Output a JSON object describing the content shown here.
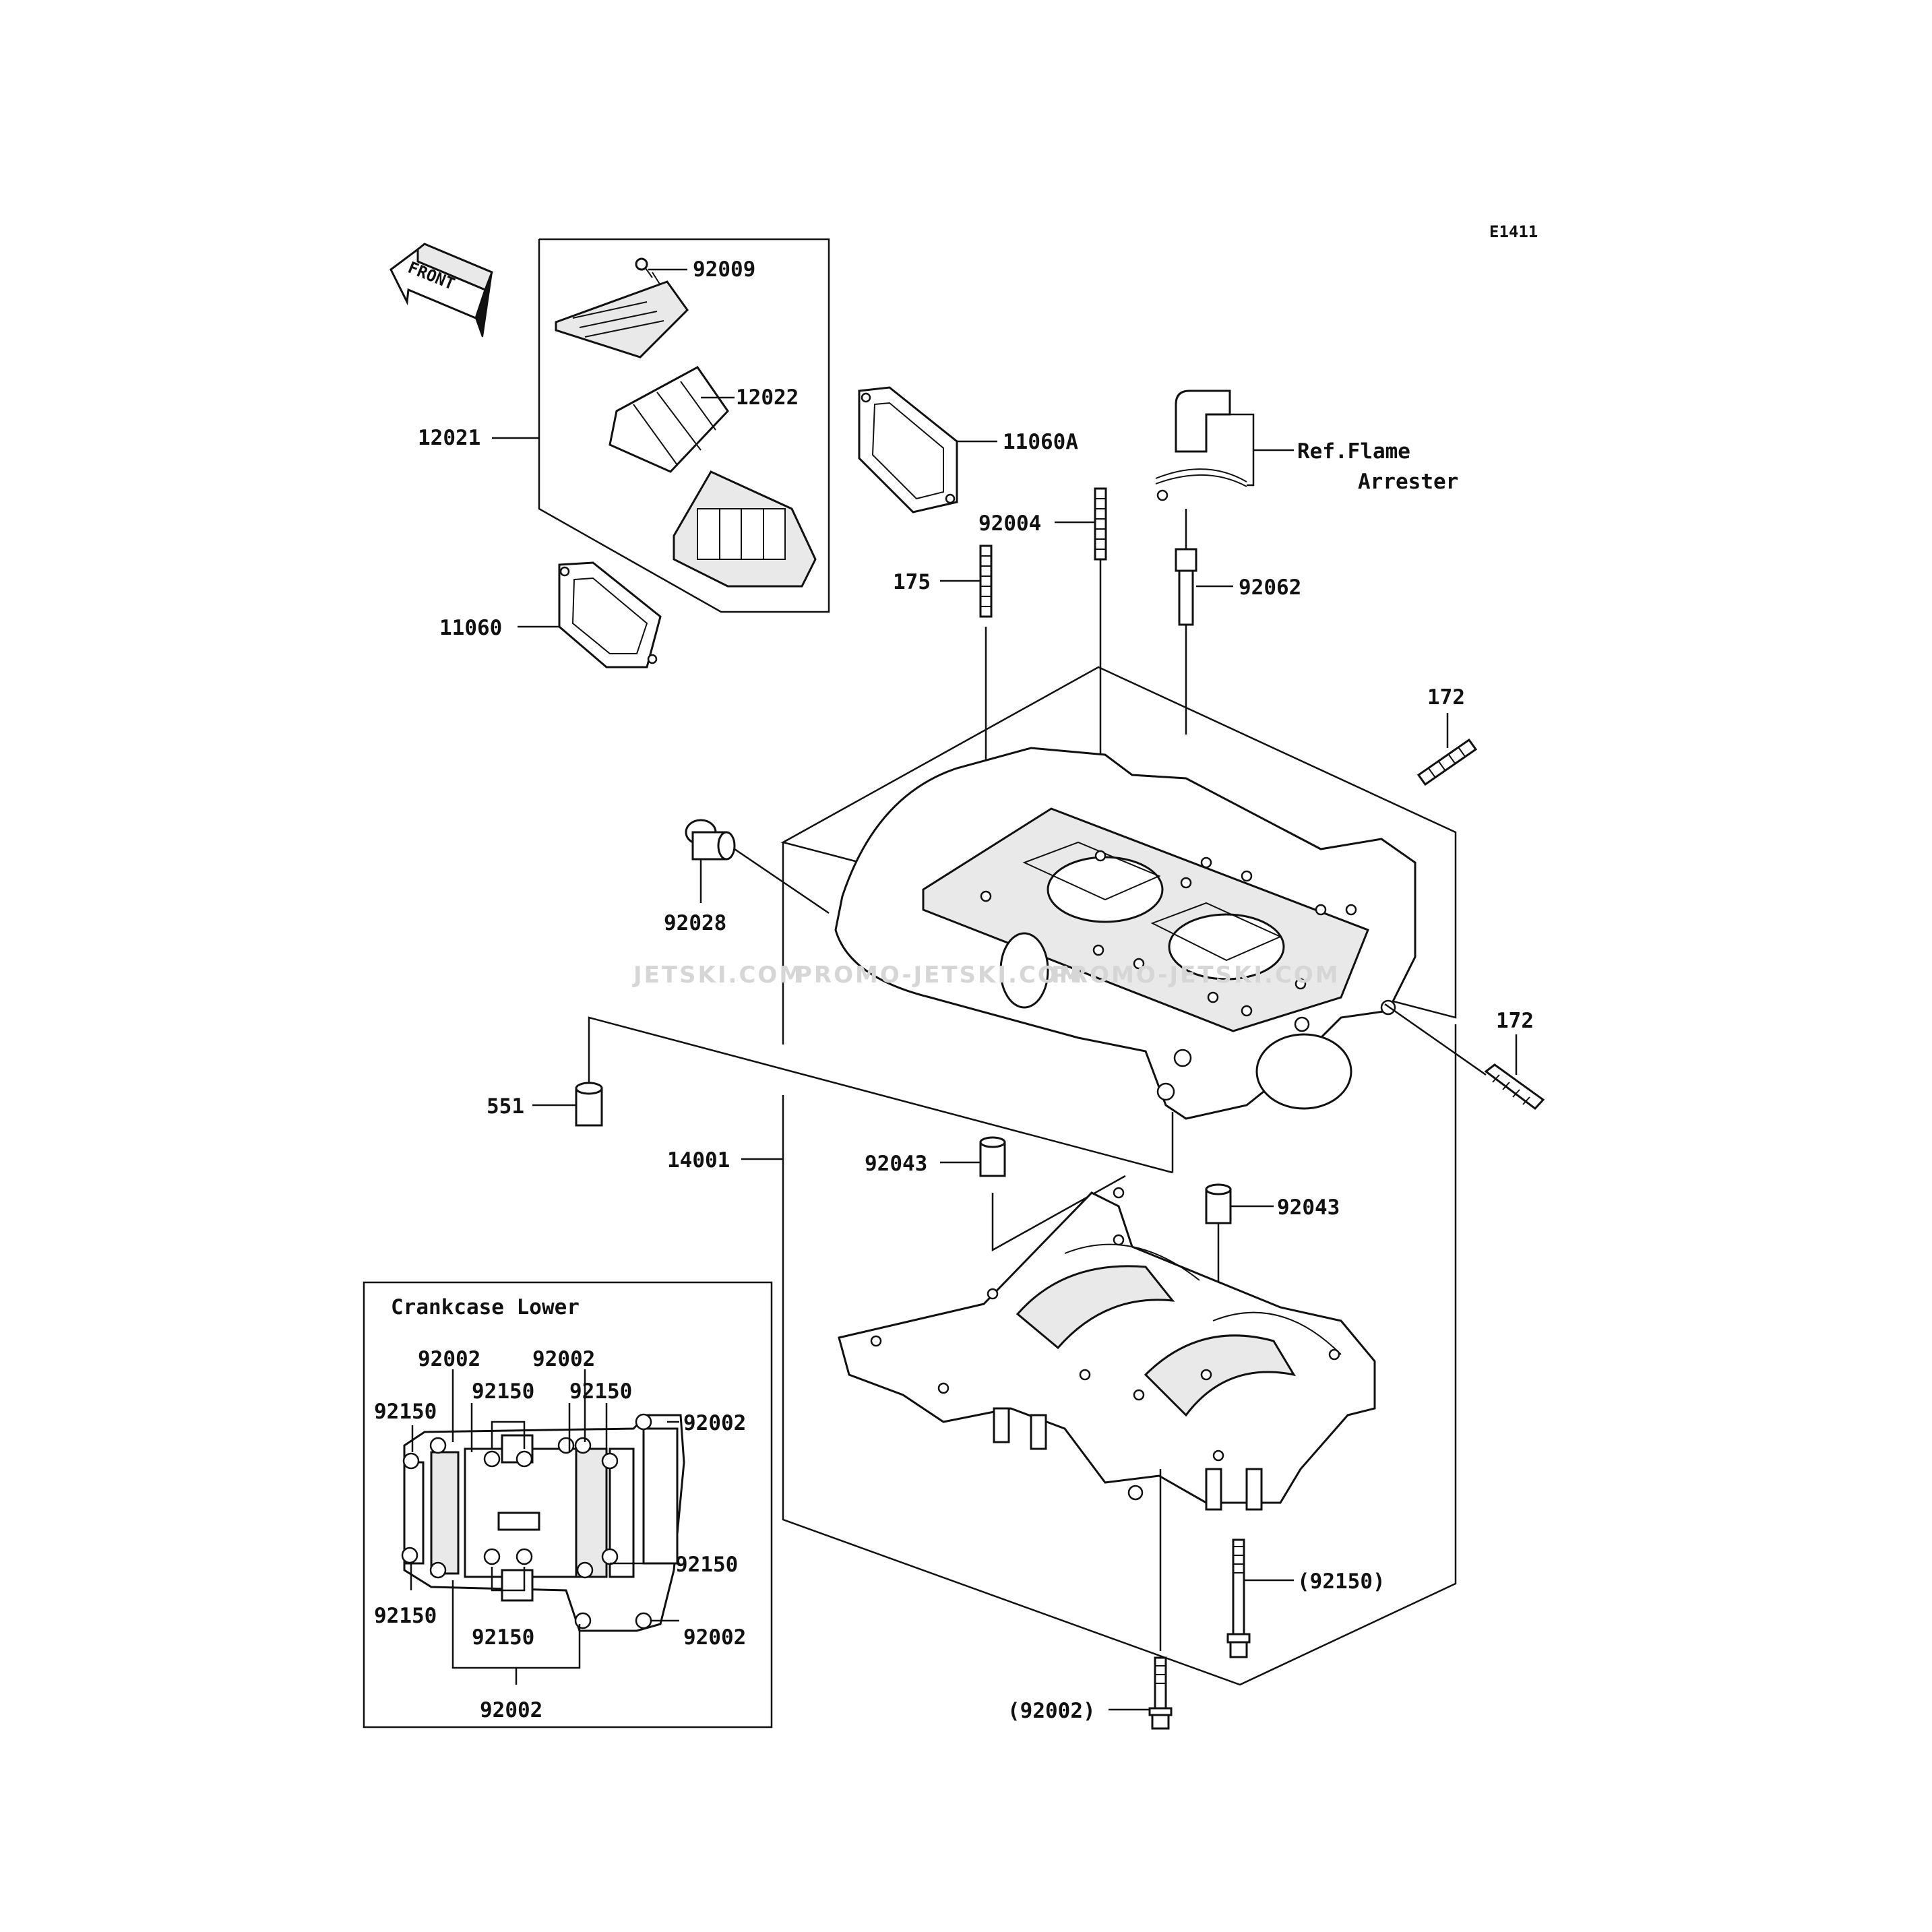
{
  "figure_code": "E1411",
  "front_label": "FRONT",
  "watermarks": [
    "JETSKI.COM",
    "PROMO-JETSKI.COM",
    "PROMO-JETSKI.COM"
  ],
  "ref_note": {
    "line1": "Ref.Flame",
    "line2": "Arrester"
  },
  "inset_title": "Crankcase Lower",
  "parts": {
    "p92009": "92009",
    "p12022": "12022",
    "p12021": "12021",
    "p11060": "11060",
    "p11060a": "11060A",
    "p92004": "92004",
    "p175": "175",
    "p92062": "92062",
    "p172_top": "172",
    "p172_mid": "172",
    "p92028": "92028",
    "p551": "551",
    "p14001": "14001",
    "p92043_a": "92043",
    "p92043_b": "92043",
    "p92150_paren": "(92150)",
    "p92002_paren": "(92002)"
  },
  "inset_parts": {
    "a": "92002",
    "b": "92002",
    "c": "92150",
    "d": "92150",
    "e": "92150",
    "f": "92002",
    "g": "92150",
    "h": "92150",
    "i": "92150",
    "j": "92002",
    "k": "92002"
  }
}
